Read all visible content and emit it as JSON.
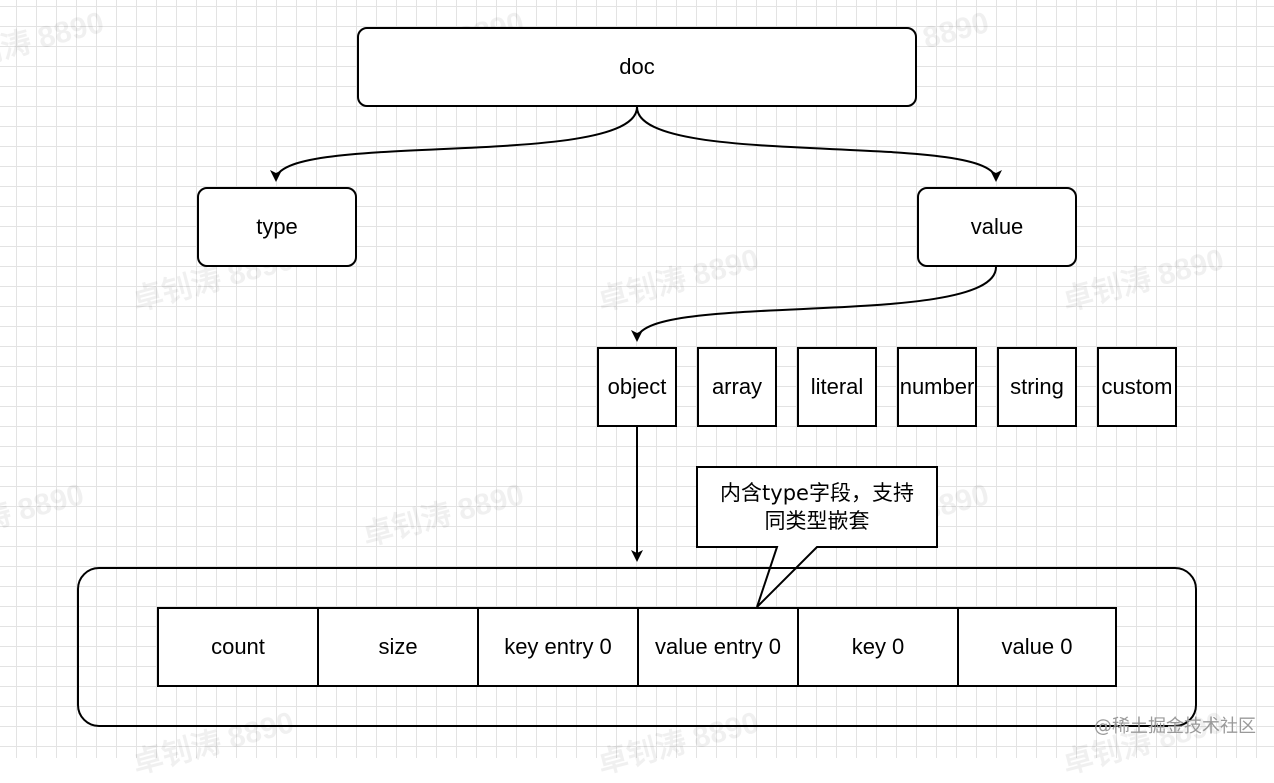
{
  "nodes": {
    "doc": "doc",
    "type": "type",
    "value": "value",
    "kinds": [
      "object",
      "array",
      "literal",
      "number",
      "string",
      "custom"
    ]
  },
  "layout_cells": [
    "count",
    "size",
    "key entry 0",
    "value entry 0",
    "key 0",
    "value 0"
  ],
  "callout": {
    "line1": "内含type字段，支持",
    "line2": "同类型嵌套"
  },
  "watermark": "卓钊涛 8890",
  "footer": "@稀土掘金技术社区"
}
